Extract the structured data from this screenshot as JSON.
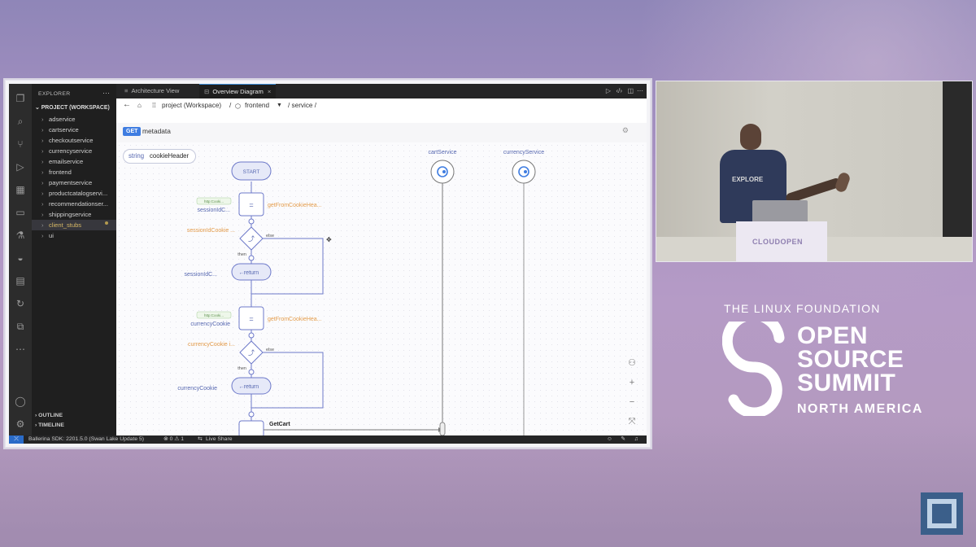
{
  "explorer": {
    "header": "EXPLORER",
    "project": "PROJECT (WORKSPACE)",
    "items": [
      "adservice",
      "cartservice",
      "checkoutservice",
      "currencyservice",
      "emailservice",
      "frontend",
      "paymentservice",
      "productcatalogservi...",
      "recommendationser...",
      "shippingservice",
      "client_stubs",
      "ui"
    ],
    "outline": "OUTLINE",
    "timeline": "TIMELINE"
  },
  "tabs": [
    {
      "label": "Architecture View"
    },
    {
      "label": "Overview Diagram"
    }
  ],
  "breadcrumb": {
    "root": "project (Workspace)",
    "sep1": "/",
    "module": "frontend",
    "path": "/ service /"
  },
  "resource": {
    "method": "GET",
    "name": "metadata"
  },
  "param": {
    "type": "string",
    "name": "cookieHeader"
  },
  "diagram": {
    "start": "START",
    "assign_symbol": "=",
    "assign1_var": "sessionIdC...",
    "assign1_call": "getFromCookieHea...",
    "assign1_tag": "http:Cooki...",
    "if1_cond": "sessionIdCookie ...",
    "else": "else",
    "then": "then",
    "return_label": "return",
    "return1_var": "sessionIdC...",
    "assign2_var": "currencyCookie",
    "assign2_call": "getFromCookieHea...",
    "assign2_tag": "http:Cooki...",
    "if2_cond": "currencyCookie i...",
    "return2_var": "currencyCookie",
    "call_label": "GetCart",
    "service1": "cartService",
    "service2": "currencyService"
  },
  "statusbar": {
    "sdk": "Ballerina SDK: 2201.5.0 (Swan Lake Update 5)",
    "problems": "⊗ 0 ⚠ 1",
    "liveshare": "Live Share"
  },
  "camera": {
    "shirt_text": "EXPLORE",
    "podium": "CLOUDOPEN"
  },
  "branding": {
    "org": "THE LINUX FOUNDATION",
    "line1": "OPEN",
    "line2": "SOURCE",
    "line3": "SUMMIT",
    "region": "NORTH AMERICA"
  },
  "colors": {
    "accent": "#3f7de1",
    "node_fill": "#e6e9f8",
    "node_stroke": "#6c78c9",
    "orange_text": "#e39b4a",
    "blue_text": "#5667b0"
  }
}
